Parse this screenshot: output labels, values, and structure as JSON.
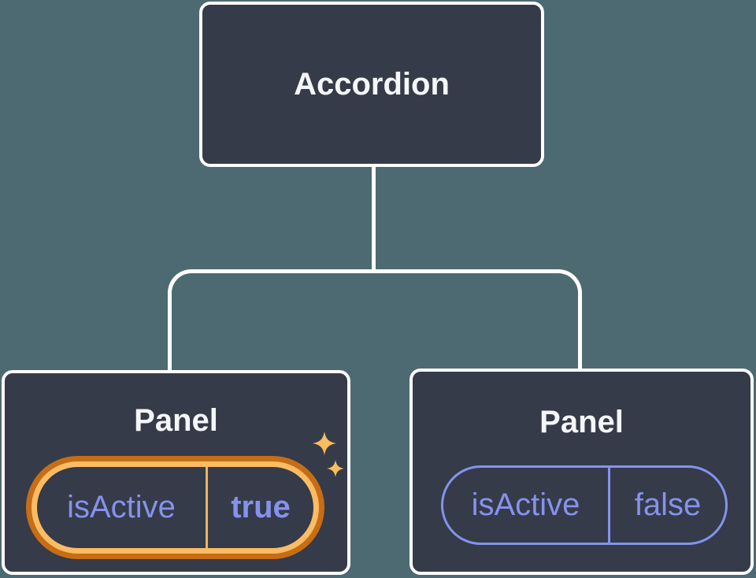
{
  "diagram": {
    "description": "Component tree: Accordion parent with two Panel children holding isActive state",
    "root": {
      "label": "Accordion"
    },
    "panels": [
      {
        "label": "Panel",
        "prop_name": "isActive",
        "prop_value": "true",
        "highlighted": true
      },
      {
        "label": "Panel",
        "prop_name": "isActive",
        "prop_value": "false",
        "highlighted": false
      }
    ],
    "colors": {
      "background": "#4d6a73",
      "node_fill": "#353b48",
      "node_border": "#ffffff",
      "text": "#f5f6f8",
      "purple": "#8592ee",
      "orange_dark": "#c76d16",
      "orange_light": "#fbbc63",
      "orange_divider": "#edb45d",
      "sparkle": "#f9bc62"
    }
  }
}
